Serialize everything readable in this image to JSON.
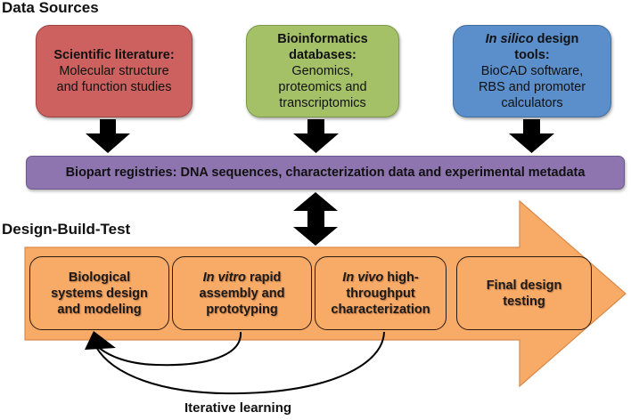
{
  "sections": {
    "data_sources": "Data Sources",
    "design_build_test": "Design-Build-Test"
  },
  "sources": [
    {
      "title_italic": "",
      "title": "Scientific literature:",
      "body": [
        "Molecular structure",
        "and function studies"
      ],
      "color": "#cc615f"
    },
    {
      "title_italic": "",
      "title": "Bioinformatics databases:",
      "title_lines": [
        "Bioinformatics",
        "databases:"
      ],
      "body": [
        "Genomics,",
        "proteomics and",
        "transcriptomics"
      ],
      "color": "#a4c168"
    },
    {
      "title_italic": "In silico",
      "title": " design tools:",
      "title_lines": [
        " design",
        "tools:"
      ],
      "body": [
        "BioCAD software,",
        "RBS and promoter",
        "calculators"
      ],
      "color": "#5b8fcb"
    }
  ],
  "registry": {
    "label": "Biopart registries: DNA sequences, characterization data and experimental metadata",
    "color": "#8e75b0"
  },
  "stages": [
    {
      "italic": "",
      "lines": [
        "Biological",
        "systems design",
        "and modeling"
      ]
    },
    {
      "italic": "In vitro",
      "lines": [
        " rapid",
        "assembly and",
        "prototyping"
      ]
    },
    {
      "italic": "In vivo",
      "lines": [
        " high-",
        "throughput",
        "characterization"
      ]
    },
    {
      "italic": "",
      "lines": [
        "Final design",
        "testing"
      ]
    }
  ],
  "stage_color": "#f8aa67",
  "feedback": {
    "label": "Iterative learning"
  }
}
